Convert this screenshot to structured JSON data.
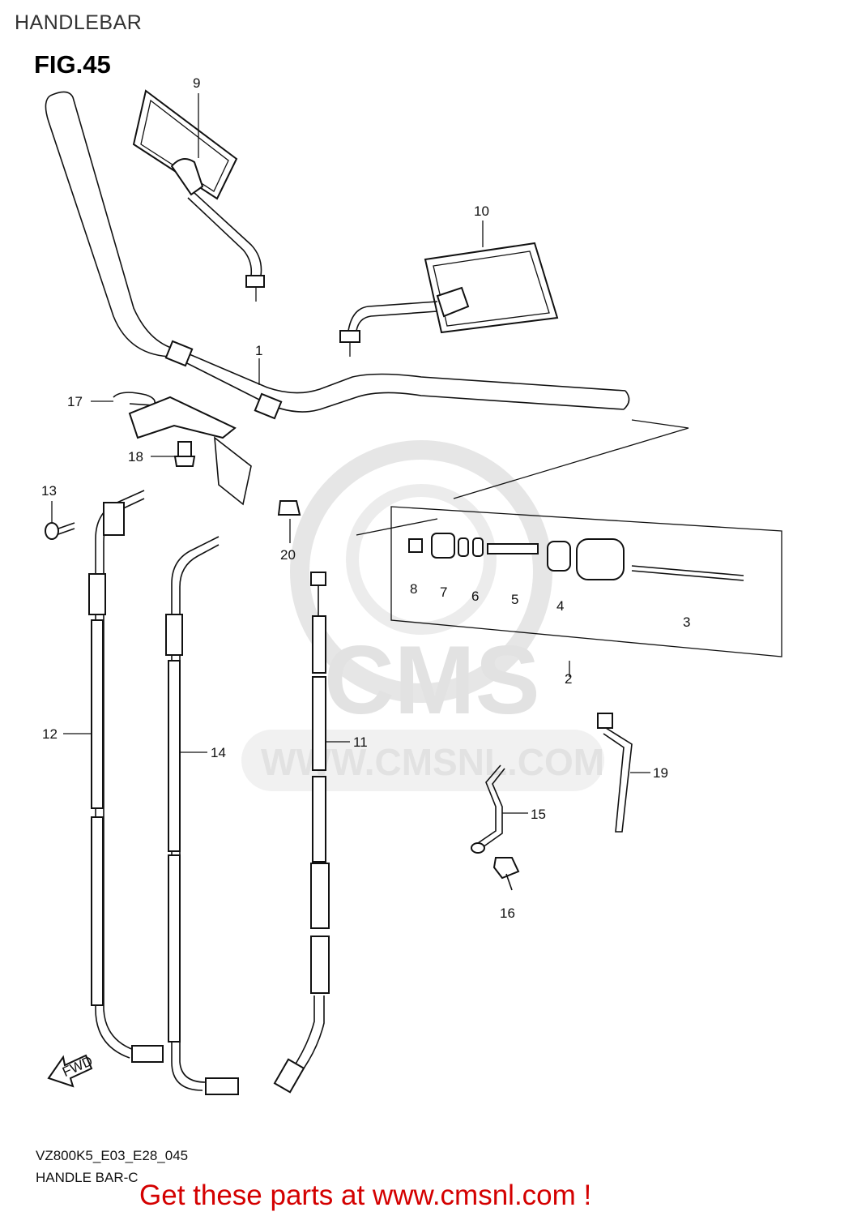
{
  "header": {
    "title": "HANDLEBAR",
    "figure": "FIG.45"
  },
  "watermark": {
    "logo": "CMS",
    "url": "WWW.CMSNL.COM"
  },
  "fwd_arrow_label": "FWD",
  "callouts": {
    "c1": "1",
    "c2": "2",
    "c3": "3",
    "c4": "4",
    "c5": "5",
    "c6": "6",
    "c7": "7",
    "c8": "8",
    "c9": "9",
    "c10": "10",
    "c11": "11",
    "c12": "12",
    "c13": "13",
    "c14": "14",
    "c15": "15",
    "c16": "16",
    "c17": "17",
    "c18": "18",
    "c19": "19",
    "c20": "20"
  },
  "footer": {
    "code": "VZ800K5_E03_E28_045",
    "name": "HANDLE BAR-C",
    "link": "Get these parts at www.cmsnl.com !"
  }
}
